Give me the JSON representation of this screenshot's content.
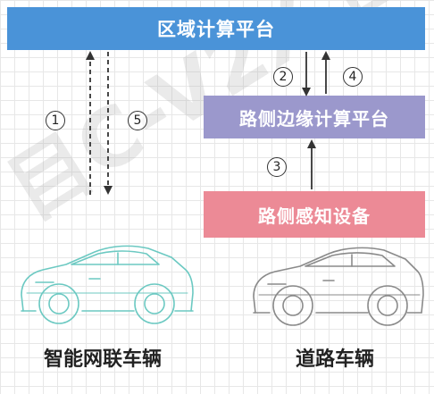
{
  "regional_platform": "区域计算平台",
  "edge_platform": "路侧边缘计算平台",
  "roadside_sensing": "路侧感知设备",
  "icv_label": "智能网联车辆",
  "road_vehicle_label": "道路车辆",
  "steps": [
    "1",
    "2",
    "3",
    "4",
    "5"
  ],
  "watermark_text": "目C-V2X工",
  "colors": {
    "regional": "#4a93d8",
    "edge": "#9b98cc",
    "sensing": "#ec8a96",
    "icv_outline": "#6cc9c2",
    "road_vehicle_outline": "#8a8a8a"
  }
}
